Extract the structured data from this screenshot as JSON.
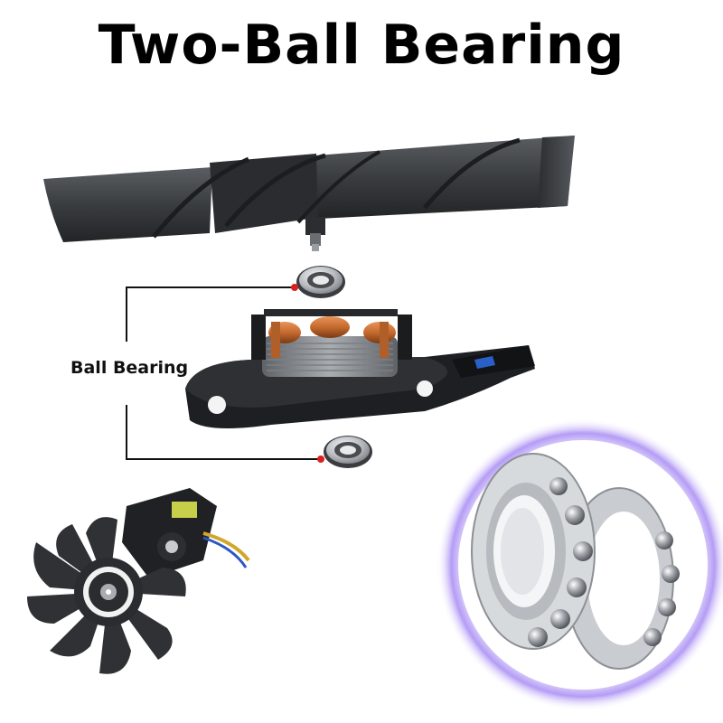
{
  "header": {
    "title": "Two-Ball Bearing"
  },
  "callout": {
    "label": "Ball Bearing"
  },
  "colors": {
    "blade": "#3a3d40",
    "copper": "#c46a2e",
    "steel": "#b9bcc0",
    "glow": "#a07cf0",
    "callout_dot": "#d9201f"
  },
  "illustrations": [
    "fan-blade-hub",
    "upper-ball-bearing",
    "motor-stator-base",
    "lower-ball-bearing",
    "assembled-fan",
    "ball-bearing-pair-closeup"
  ]
}
